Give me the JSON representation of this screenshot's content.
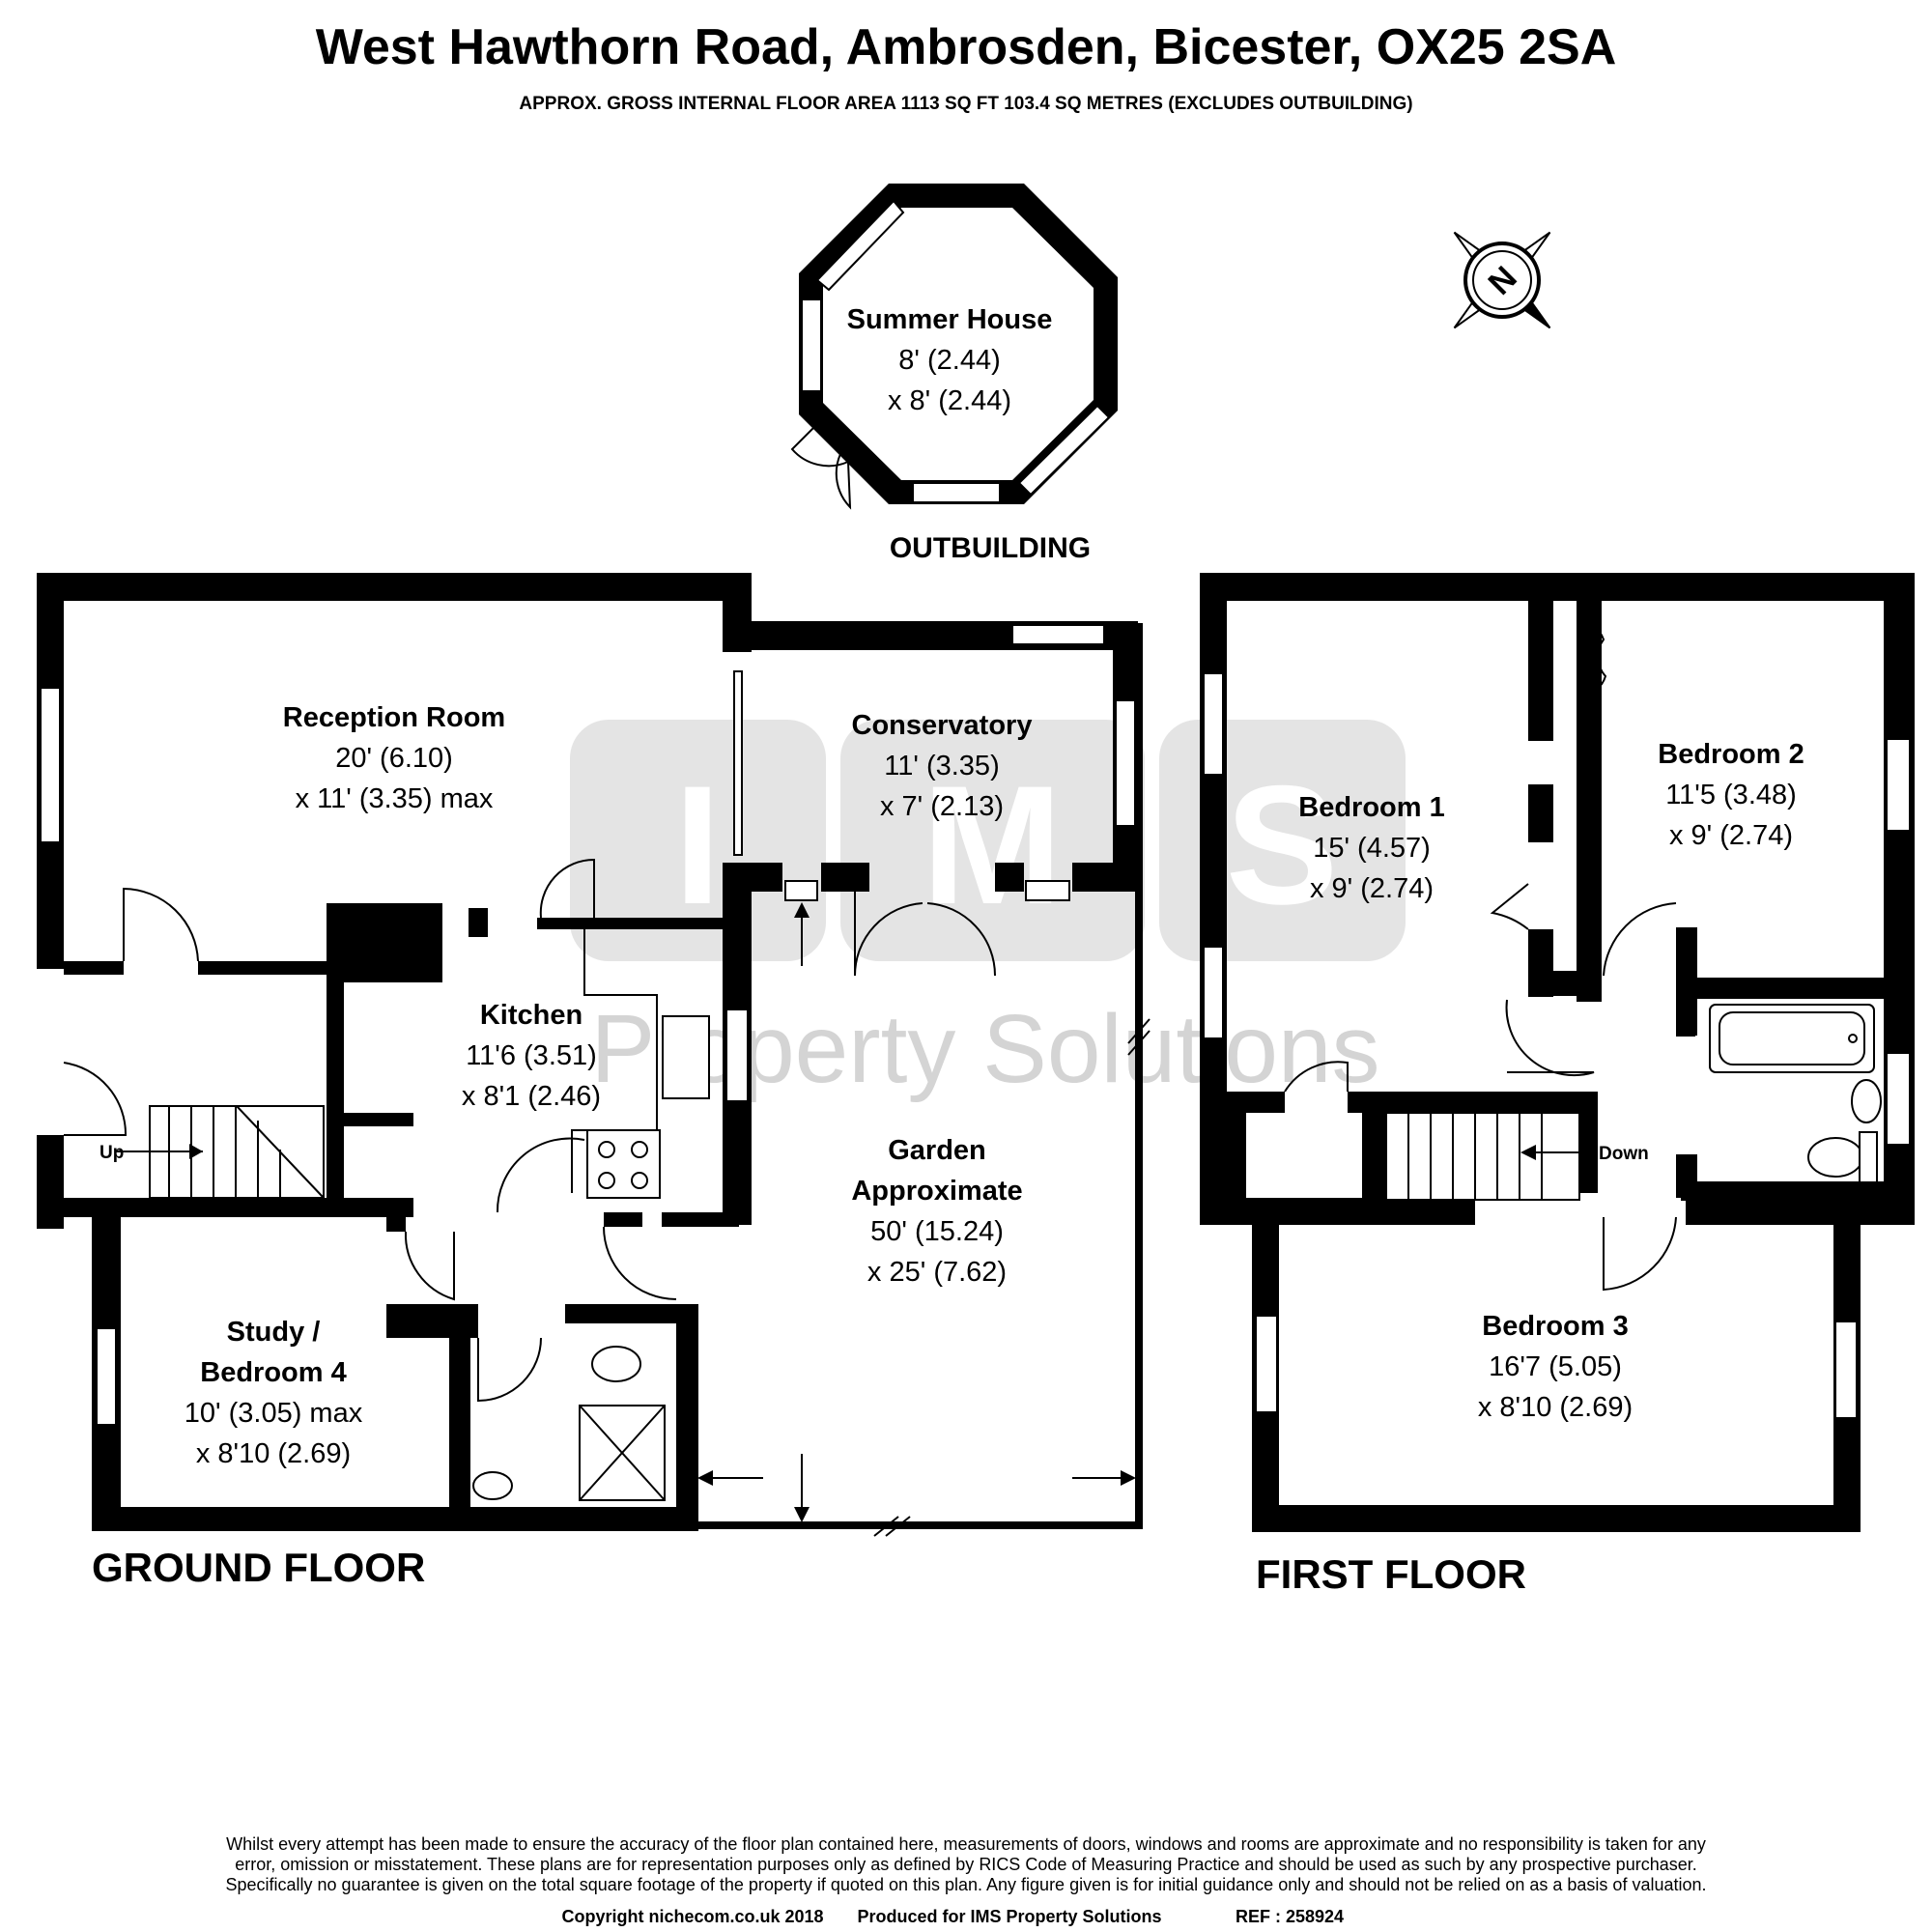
{
  "header": {
    "title": "West Hawthorn Road, Ambrosden, Bicester, OX25 2SA",
    "subtitle": "APPROX. GROSS INTERNAL FLOOR AREA 1113 SQ FT 103.4 SQ METRES (EXCLUDES OUTBUILDING)"
  },
  "watermark": {
    "letters": [
      "I",
      "M",
      "S"
    ],
    "tagline": "Property Solutions"
  },
  "compass": {
    "icon": "north-compass-icon",
    "letter": "N"
  },
  "outbuilding": {
    "label": "OUTBUILDING",
    "room": {
      "name": "Summer House",
      "dim1": "8' (2.44)",
      "dim2": "x 8' (2.44)"
    }
  },
  "ground_floor": {
    "label": "GROUND FLOOR",
    "up_label": "Up",
    "rooms": {
      "reception": {
        "name": "Reception Room",
        "dim1": "20' (6.10)",
        "dim2": "x 11' (3.35) max"
      },
      "conservatory": {
        "name": "Conservatory",
        "dim1": "11' (3.35)",
        "dim2": "x 7' (2.13)"
      },
      "kitchen": {
        "name": "Kitchen",
        "dim1": "11'6 (3.51)",
        "dim2": "x 8'1 (2.46)"
      },
      "garden": {
        "name1": "Garden",
        "name2": "Approximate",
        "dim1": "50' (15.24)",
        "dim2": "x 25' (7.62)"
      },
      "study": {
        "name1": "Study /",
        "name2": "Bedroom 4",
        "dim1": "10' (3.05) max",
        "dim2": "x 8'10 (2.69)"
      }
    }
  },
  "first_floor": {
    "label": "FIRST FLOOR",
    "down_label": "Down",
    "rooms": {
      "bedroom1": {
        "name": "Bedroom 1",
        "dim1": "15' (4.57)",
        "dim2": "x 9' (2.74)"
      },
      "bedroom2": {
        "name": "Bedroom 2",
        "dim1": "11'5 (3.48)",
        "dim2": "x 9' (2.74)"
      },
      "bedroom3": {
        "name": "Bedroom 3",
        "dim1": "16'7 (5.05)",
        "dim2": "x 8'10 (2.69)"
      }
    }
  },
  "footer": {
    "disclaimer": [
      "Whilst every attempt has been made to ensure the accuracy of the floor plan contained here, measurements of doors, windows and rooms are approximate and no responsibility is taken for any",
      "error, omission or misstatement. These plans are for representation purposes only as defined by RICS Code of Measuring Practice and should be used as such by any prospective purchaser.",
      "Specifically no guarantee is given on the total square footage of the property if quoted on this plan. Any figure given is for initial guidance only and should not be relied on as a basis of valuation."
    ],
    "copyright": "Copyright nichecom.co.uk 2018",
    "produced_for": "Produced for IMS Property Solutions",
    "ref": "REF : 258924"
  }
}
